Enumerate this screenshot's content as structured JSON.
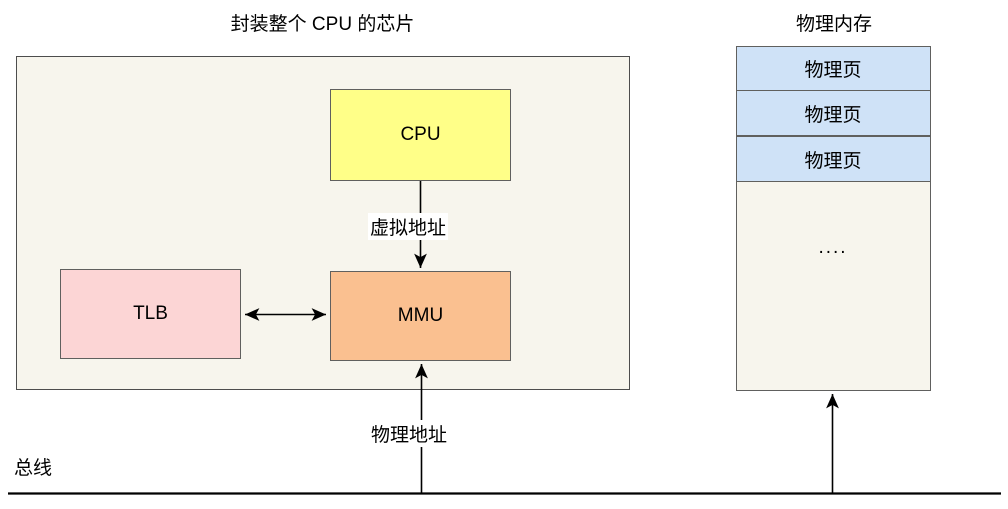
{
  "diagram": {
    "chip": {
      "title": "封装整个 CPU 的芯片",
      "nodes": {
        "cpu": "CPU",
        "mmu": "MMU",
        "tlb": "TLB"
      }
    },
    "memory": {
      "title": "物理内存",
      "pages": [
        "物理页",
        "物理页",
        "物理页"
      ],
      "ellipsis": "...."
    },
    "edges": {
      "virtual_address": "虚拟地址",
      "physical_address": "物理地址"
    },
    "bus": {
      "label": "总线"
    },
    "colors": {
      "cpu_fill": "#ffff88",
      "mmu_fill": "#fac090",
      "tlb_fill": "#fcd5d5",
      "page_fill": "#cfe2f7",
      "panel_fill": "#f7f5ed",
      "stroke": "#60605e",
      "line": "#000000"
    }
  }
}
